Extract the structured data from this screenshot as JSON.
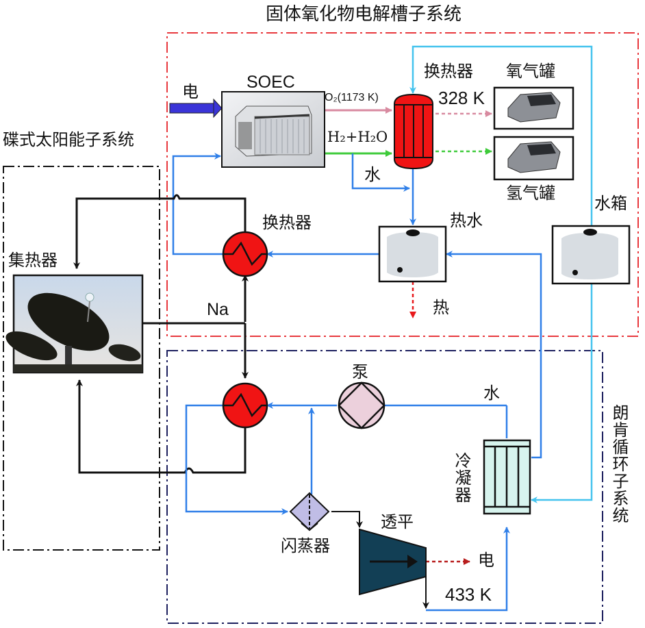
{
  "subsystems": {
    "soec": {
      "title": "固体氧化物电解槽子系统",
      "border_color": "#e8383d"
    },
    "solar": {
      "title": "碟式太阳能子系统",
      "border_color": "#111111"
    },
    "rankine": {
      "title": "朗肯循环子系统",
      "border_color": "#1c1f5e"
    }
  },
  "components": {
    "soec_stack": {
      "label": "SOEC"
    },
    "hx_top": {
      "label": "换热器"
    },
    "o2_tank": {
      "label": "氧气罐"
    },
    "h2_tank": {
      "label": "氢气罐"
    },
    "water_tank": {
      "label": "水箱"
    },
    "hot_water_tank": {
      "label": "热水"
    },
    "hx_mid": {
      "label": "换热器"
    },
    "collector": {
      "label": "集热器"
    },
    "pump": {
      "label": "泵"
    },
    "flash": {
      "label": "闪蒸器"
    },
    "turbine": {
      "label": "透平"
    },
    "condenser": {
      "label": "冷凝器"
    }
  },
  "streams": {
    "elec_in": "电",
    "o2_out": "O₂(1173 K)",
    "h2_mix": "H₂+H₂O",
    "water_branch": "水",
    "temp_328": "328 K",
    "heat_out": "热",
    "na_loop": "Na",
    "water_return": "水",
    "elec_out": "电",
    "temp_433": "433 K"
  },
  "colors": {
    "water_blue": "#2f7fe8",
    "cooling_cyan": "#44c3ee",
    "o2_pink": "#d88aa0",
    "h2_green": "#3ecb3a",
    "elec_purple": "#3a34d8",
    "hx_red": "#f01414",
    "pump_pink": "#ecd0dc",
    "flash_lilac": "#c0bde6",
    "turbine_teal": "#123f55",
    "condenser_mint": "#d7f4ee",
    "heat_red": "#e8191c",
    "elec_out_red": "#b81d1d"
  }
}
